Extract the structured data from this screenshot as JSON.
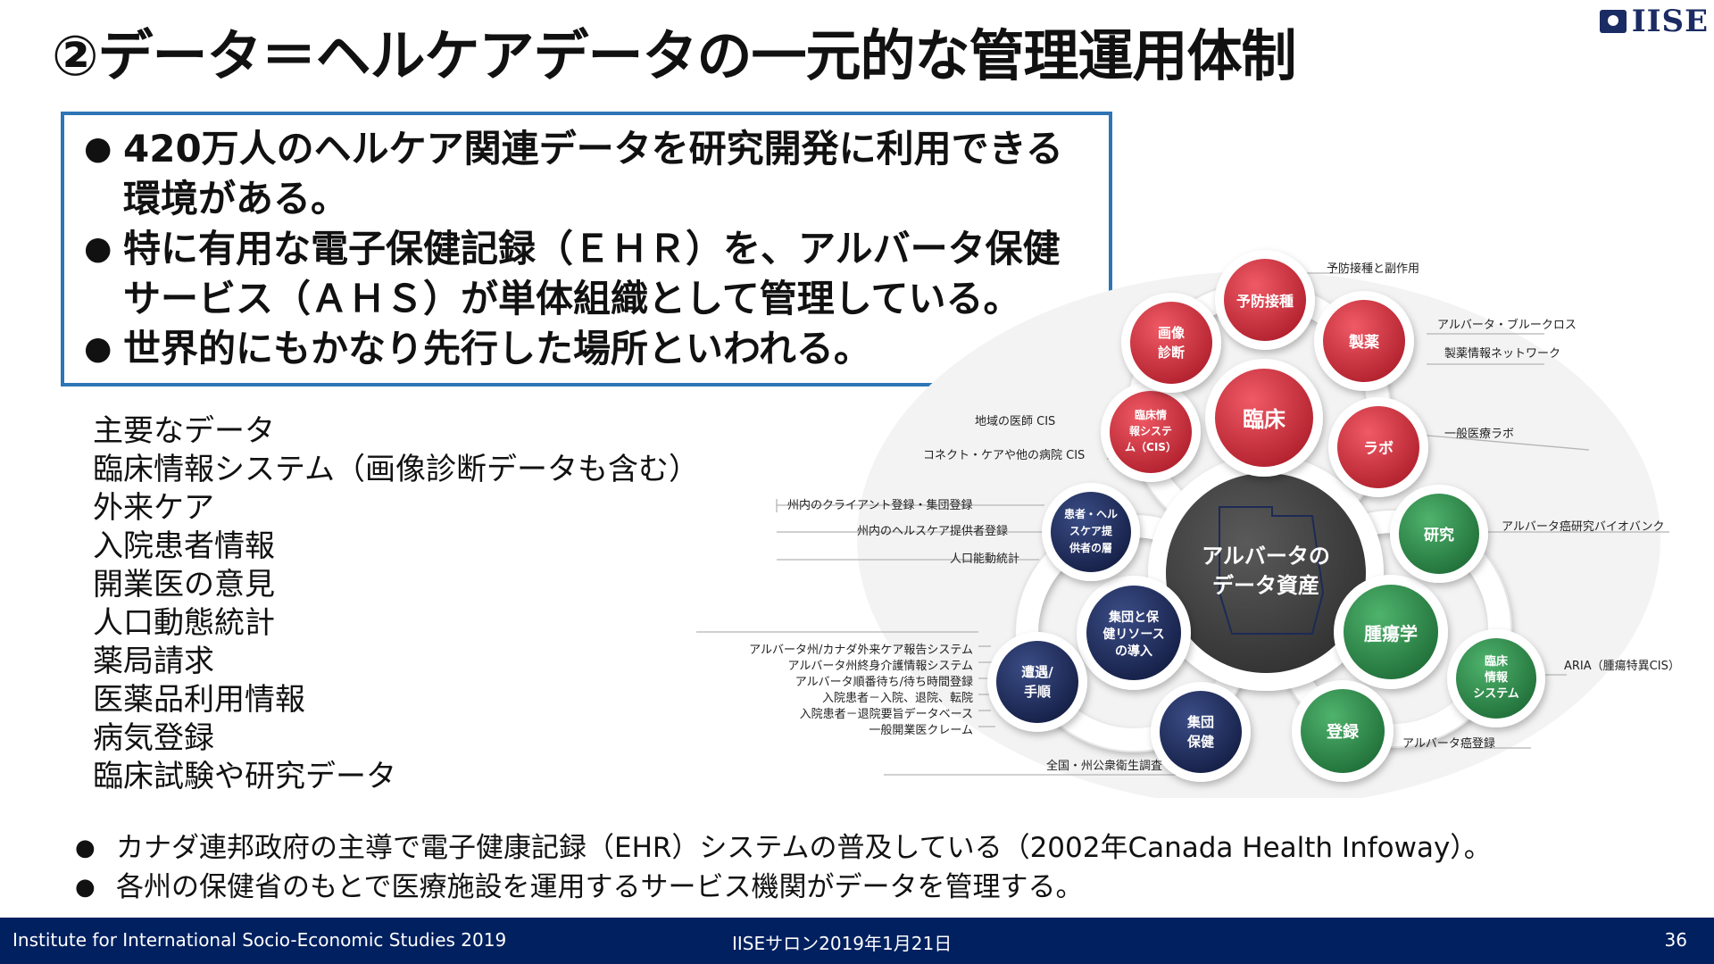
{
  "title": "②データ＝ヘルケアデータの一元的な管理運用体制",
  "logo": {
    "text": "IISE"
  },
  "key_points": [
    {
      "bullet": "●",
      "text": "420万人のヘルケア関連データを研究開発に利用できる環境がある。"
    },
    {
      "bullet": "●",
      "text": "特に有用な電子保健記録（ＥＨＲ）を、アルバータ保健サービス（ＡＨＳ）が単体組織として管理している。"
    },
    {
      "bullet": "●",
      "text": "世界的にもかなり先行した場所といわれる。"
    }
  ],
  "data_list": {
    "heading": "主要なデータ",
    "items": [
      "臨床情報システム（画像診断データも含む）",
      "外来ケア",
      "入院患者情報",
      "開業医の意見",
      "人口動態統計",
      "薬局請求",
      "医薬品利用情報",
      "病気登録",
      "臨床試験や研究データ"
    ]
  },
  "diagram": {
    "center_lines": [
      "アルバータの",
      "データ資産"
    ],
    "hubs": [
      {
        "label": "臨床",
        "color": "#d32f3c"
      },
      {
        "label": "腫瘍学",
        "color": "#2e8b4a"
      },
      {
        "label": "集団と保健リソースの導入",
        "lines": [
          "集団と保",
          "健リソース",
          "の導入"
        ],
        "color": "#1f2d5c"
      }
    ],
    "nodes": [
      {
        "id": "vaccination",
        "lines": [
          "予防接種"
        ],
        "color": "#d32f3c",
        "label_lines": [
          "予防接種と副作用"
        ]
      },
      {
        "id": "pharma",
        "lines": [
          "製薬"
        ],
        "color": "#d32f3c",
        "label_lines": [
          "アルバータ・ブルークロス",
          "製薬情報ネットワーク"
        ]
      },
      {
        "id": "lab",
        "lines": [
          "ラボ"
        ],
        "color": "#d32f3c",
        "label_lines": [
          "一般医療ラボ"
        ]
      },
      {
        "id": "cis",
        "lines": [
          "臨床情",
          "報システ",
          "ム（CIS）"
        ],
        "color": "#d32f3c",
        "label_lines": [
          "地域の医師 CIS",
          "コネクト・ケアや他の病院 CIS"
        ]
      },
      {
        "id": "imaging",
        "lines": [
          "画像",
          "診断"
        ],
        "color": "#d32f3c",
        "label_lines": []
      },
      {
        "id": "research",
        "lines": [
          "研究"
        ],
        "color": "#2e8b4a",
        "label_lines": [
          "アルバータ癌研究バイオバンク"
        ]
      },
      {
        "id": "onc-cis",
        "lines": [
          "臨床",
          "情報",
          "システム"
        ],
        "color": "#2e8b4a",
        "label_lines": [
          "ARIA（腫瘍特異CIS）"
        ]
      },
      {
        "id": "registry",
        "lines": [
          "登録"
        ],
        "color": "#2e8b4a",
        "label_lines": [
          "アルバータ癌登録"
        ]
      },
      {
        "id": "provider",
        "lines": [
          "患者・ヘル",
          "スケア提",
          "供者の層"
        ],
        "color": "#1f2d5c",
        "label_lines": [
          "州内のクライアント登録・集団登録",
          "州内のヘルスケア提供者登録",
          "人口能動統計"
        ]
      },
      {
        "id": "procedure",
        "lines": [
          "遭遇/",
          "手順"
        ],
        "color": "#1f2d5c",
        "label_lines": [
          "アルバータ州/カナダ外来ケア報告システム",
          "アルバータ州終身介護情報システム",
          "アルバータ順番待ち/待ち時間登録",
          "入院患者－入院、退院、転院",
          "入院患者－退院要旨データベース",
          "一般開業医クレーム"
        ]
      },
      {
        "id": "pop-health",
        "lines": [
          "集団",
          "保健"
        ],
        "color": "#1f2d5c",
        "label_lines": [
          "全国・州公衆衛生調査"
        ]
      }
    ]
  },
  "footer_notes": [
    {
      "bullet": "●",
      "text": "カナダ連邦政府の主導で電子健康記録（EHR）システムの普及している（2002年Canada Health Infoway）。"
    },
    {
      "bullet": "●",
      "text": "各州の保健省のもとで医療施設を運用するサービス機関がデータを管理する。"
    }
  ],
  "footer": {
    "left": "Institute for International Socio-Economic Studies 2019",
    "center": "IISEサロン2019年1月21日",
    "page": "36"
  }
}
